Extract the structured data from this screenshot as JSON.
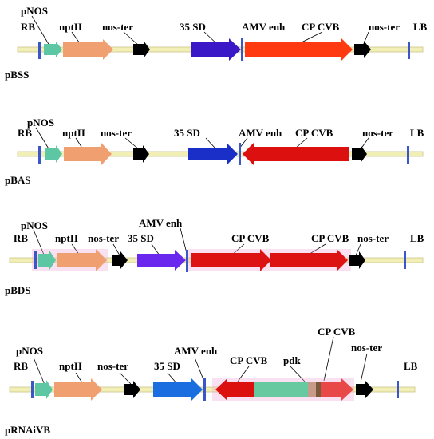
{
  "constructs": [
    {
      "name": "pBSS",
      "labels": {
        "rb": "RB",
        "pnos": "pNOS",
        "nptii": "nptII",
        "noster1": "nos-ter",
        "sd35": "35 SD",
        "amv": "AMV enh",
        "cp1": "CP CVB",
        "noster2": "nos-ter",
        "lb": "LB"
      }
    },
    {
      "name": "pBAS",
      "labels": {
        "rb": "RB",
        "pnos": "pNOS",
        "nptii": "nptII",
        "noster1": "nos-ter",
        "sd35": "35 SD",
        "amv": "AMV enh",
        "cp1": "CP CVB",
        "noster2": "nos-ter",
        "lb": "LB"
      }
    },
    {
      "name": "pBDS",
      "labels": {
        "pnos": "pNOS",
        "rb": "RB",
        "nptii": "nptII",
        "noster1": "nos-ter",
        "amv": "AMV enh",
        "sd35": "35 SD",
        "cp1": "CP CVB",
        "cp2": "CP CVB",
        "noster2": "nos-ter",
        "lb": "LB"
      }
    },
    {
      "name": "pRNAiVB",
      "labels": {
        "pnos": "pNOS",
        "rb": "RB",
        "nptii": "nptII",
        "noster1": "nos-ter",
        "amv": "AMV enh",
        "sd35": "35 SD",
        "cp1": "CP CVB",
        "pdk": "pdk",
        "cp2": "CP CVB",
        "noster2": "nos-ter",
        "lb": "LB"
      }
    }
  ],
  "colors": {
    "backbone": "#f2efb6",
    "backbone_edge": "#c9c48a",
    "border": "#3a56c8",
    "pnos": "#5cc7a2",
    "nptii": "#f0a070",
    "terminator": "#000000",
    "sd35_pBSS": "#3a18c8",
    "sd35_pBAS": "#1a2fc8",
    "sd35_pBDS": "#6a28ee",
    "sd35_pRNAiVB": "#1a6ee0",
    "cp_pBSS": "#ff3a10",
    "cp_pBAS": "#dd1010",
    "cp_pBDS": "#dd1212",
    "cp_pRNAiVB": "#dd1010",
    "cp_light": "#e84848",
    "pdk": "#66c9a0",
    "halo": "#f0a8d8"
  }
}
